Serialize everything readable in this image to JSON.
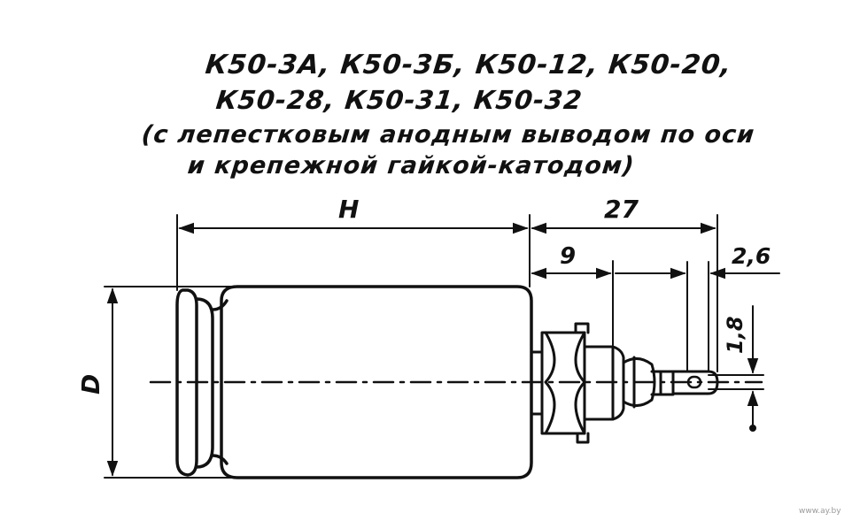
{
  "title": {
    "line1": "К50-3А, К50-3Б, К50-12, К50-20,",
    "line2": "К50-28, К50-31, К50-32",
    "line3": "(с лепестковым анодным выводом по оси",
    "line4": "и крепежной гайкой-катодом)"
  },
  "dimensions": {
    "height_label": "H",
    "terminal_length": "27",
    "nut_offset": "9",
    "lug_width": "2,6",
    "lug_hole": "1,8",
    "diameter_label": "D"
  },
  "watermark": "www.ay.by",
  "colors": {
    "ink": "#111111",
    "paper": "#ffffff"
  }
}
